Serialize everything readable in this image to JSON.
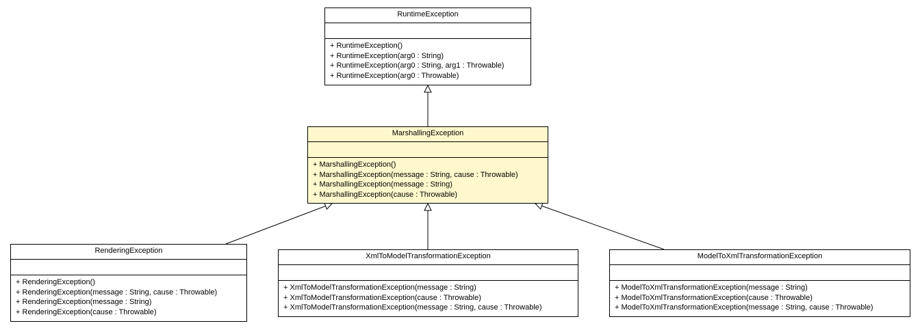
{
  "classes": {
    "runtime_exception": {
      "name": "RuntimeException",
      "operations": [
        {
          "visibility": "+",
          "signature": "RuntimeException()"
        },
        {
          "visibility": "+",
          "signature": "RuntimeException(arg0 : String)"
        },
        {
          "visibility": "+",
          "signature": "RuntimeException(arg0 : String, arg1 : Throwable)"
        },
        {
          "visibility": "+",
          "signature": "RuntimeException(arg0 : Throwable)"
        }
      ]
    },
    "marshalling_exception": {
      "name": "MarshallingException",
      "fill_color": "#fff8cc",
      "operations": [
        {
          "visibility": "+",
          "signature": "MarshallingException()"
        },
        {
          "visibility": "+",
          "signature": "MarshallingException(message : String, cause : Throwable)"
        },
        {
          "visibility": "+",
          "signature": "MarshallingException(message : String)"
        },
        {
          "visibility": "+",
          "signature": "MarshallingException(cause : Throwable)"
        }
      ]
    },
    "rendering_exception": {
      "name": "RenderingException",
      "operations": [
        {
          "visibility": "+",
          "signature": "RenderingException()"
        },
        {
          "visibility": "+",
          "signature": "RenderingException(message : String, cause : Throwable)"
        },
        {
          "visibility": "+",
          "signature": "RenderingException(message : String)"
        },
        {
          "visibility": "+",
          "signature": "RenderingException(cause : Throwable)"
        }
      ]
    },
    "xml_to_model_exception": {
      "name": "XmlToModelTransformationException",
      "operations": [
        {
          "visibility": "+",
          "signature": "XmlToModelTransformationException(message : String)"
        },
        {
          "visibility": "+",
          "signature": "XmlToModelTransformationException(cause : Throwable)"
        },
        {
          "visibility": "+",
          "signature": "XmlToModelTransformationException(message : String, cause : Throwable)"
        }
      ]
    },
    "model_to_xml_exception": {
      "name": "ModelToXmlTransformationException",
      "operations": [
        {
          "visibility": "+",
          "signature": "ModelToXmlTransformationException(message : String)"
        },
        {
          "visibility": "+",
          "signature": "ModelToXmlTransformationException(cause : Throwable)"
        },
        {
          "visibility": "+",
          "signature": "ModelToXmlTransformationException(message : String, cause : Throwable)"
        }
      ]
    }
  },
  "relations": [
    {
      "type": "generalization",
      "from": "MarshallingException",
      "to": "RuntimeException"
    },
    {
      "type": "generalization",
      "from": "RenderingException",
      "to": "MarshallingException"
    },
    {
      "type": "generalization",
      "from": "XmlToModelTransformationException",
      "to": "MarshallingException"
    },
    {
      "type": "generalization",
      "from": "ModelToXmlTransformationException",
      "to": "MarshallingException"
    }
  ]
}
